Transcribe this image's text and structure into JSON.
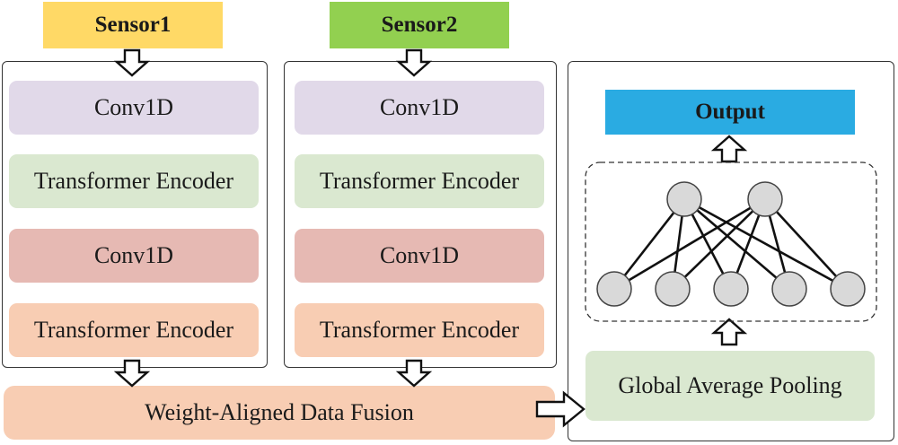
{
  "sensor1": {
    "label": "Sensor1",
    "color": "#FFD966"
  },
  "sensor2": {
    "label": "Sensor2",
    "color": "#92D050"
  },
  "branch1": {
    "blocks": [
      {
        "label": "Conv1D",
        "color": "#E1D9E9"
      },
      {
        "label": "Transformer Encoder",
        "color": "#DAE8D0"
      },
      {
        "label": "Conv1D",
        "color": "#E6B9B3"
      },
      {
        "label": "Transformer Encoder",
        "color": "#F8CDB3"
      }
    ]
  },
  "branch2": {
    "blocks": [
      {
        "label": "Conv1D",
        "color": "#E1D9E9"
      },
      {
        "label": "Transformer Encoder",
        "color": "#DAE8D0"
      },
      {
        "label": "Conv1D",
        "color": "#E6B9B3"
      },
      {
        "label": "Transformer Encoder",
        "color": "#F8CDB3"
      }
    ]
  },
  "fusion": {
    "label": "Weight-Aligned Data Fusion",
    "color": "#F8CDB3"
  },
  "gap": {
    "label": "Global Average Pooling",
    "color": "#DAE8D0"
  },
  "output": {
    "label": "Output",
    "color": "#2AABE2"
  },
  "network": {
    "hidden_nodes": 2,
    "input_nodes": 5
  }
}
